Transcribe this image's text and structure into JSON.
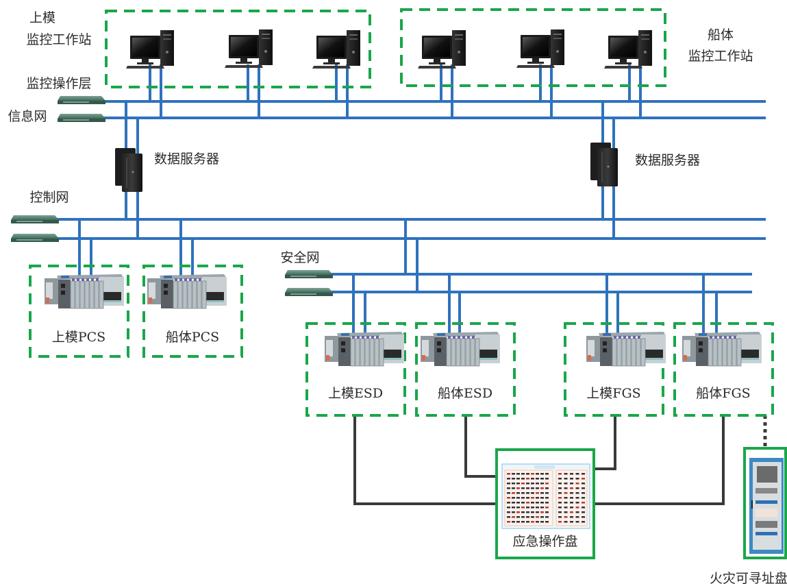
{
  "title": "Monitoring & control system network architecture",
  "colors": {
    "network_line": "#2f72bd",
    "hardwire_line": "#3a3a3a",
    "group_border": "#1aa64a",
    "switch": "#5f8a78"
  },
  "labels": {
    "topside_workstation_line1": "上模",
    "topside_workstation_line2": "监控工作站",
    "hull_workstation_line1": "船体",
    "hull_workstation_line2": "监控工作站",
    "operation_layer": "监控操作层",
    "info_network": "信息网",
    "control_network": "控制网",
    "safety_network": "安全网",
    "data_server_left": "数据服务器",
    "data_server_right": "数据服务器",
    "topside_pcs": "上模PCS",
    "hull_pcs": "船体PCS",
    "topside_esd": "上模ESD",
    "hull_esd": "船体ESD",
    "topside_fgs": "上模FGS",
    "hull_fgs": "船体FGS",
    "emergency_panel": "应急操作盘",
    "fire_addressable_panel": "火灾可寻址盘"
  },
  "icons": {
    "workstation": "desktop-computer-icon",
    "server": "tower-server-icon",
    "switch": "network-switch-icon",
    "controller": "plc-rack-icon",
    "panel": "control-panel-icon",
    "cabinet": "fire-cabinet-icon"
  },
  "groups": [
    {
      "id": "topside-workstations",
      "label_key": "topside_workstation_line2",
      "devices": 3
    },
    {
      "id": "hull-workstations",
      "label_key": "hull_workstation_line2",
      "devices": 3
    },
    {
      "id": "topside-pcs",
      "label_key": "topside_pcs",
      "devices": 1
    },
    {
      "id": "hull-pcs",
      "label_key": "hull_pcs",
      "devices": 1
    },
    {
      "id": "topside-esd",
      "label_key": "topside_esd",
      "devices": 1
    },
    {
      "id": "hull-esd",
      "label_key": "hull_esd",
      "devices": 1
    },
    {
      "id": "topside-fgs",
      "label_key": "topside_fgs",
      "devices": 1
    },
    {
      "id": "hull-fgs",
      "label_key": "hull_fgs",
      "devices": 1
    }
  ]
}
